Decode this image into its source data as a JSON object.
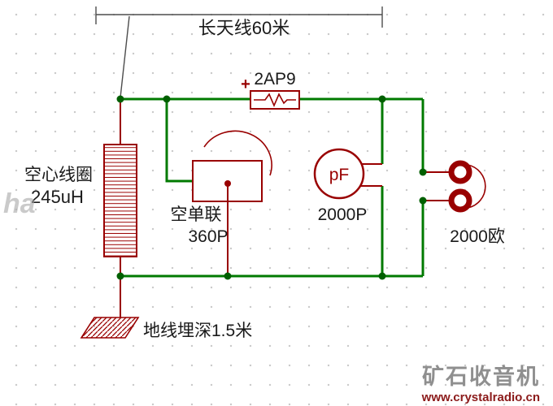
{
  "colors": {
    "wire_green": "#007a00",
    "component_red": "#990000",
    "junction_green": "#005f00",
    "text_black": "#1a1a1a"
  },
  "schematic": {
    "antenna_label": "长天线60米",
    "diode": {
      "plus": "+",
      "label": "2AP9"
    },
    "coil": {
      "name": "空心线圈",
      "value": "245uH"
    },
    "tuning_cap": {
      "name": "空单联",
      "value": "360P"
    },
    "fixed_cap": {
      "symbol": "pF",
      "value": "2000P"
    },
    "earphone": {
      "value": "2000欧"
    },
    "ground_label": "地线埋深1.5米"
  },
  "watermarks": {
    "left_partial": "ha",
    "site_name": "矿石收音机",
    "site_url": "www.crystalradio.cn"
  }
}
